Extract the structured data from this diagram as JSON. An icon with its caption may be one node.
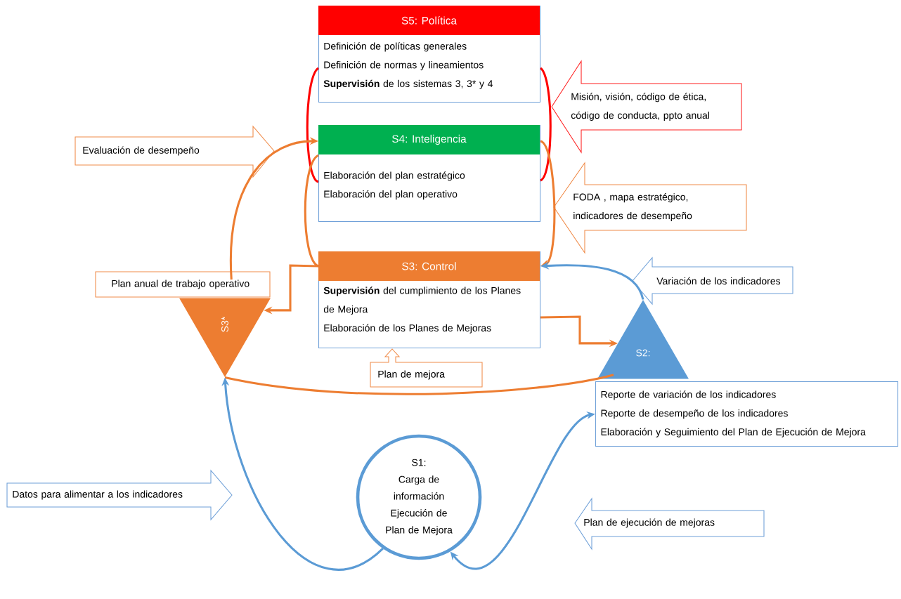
{
  "diagram": {
    "nodes": [
      {
        "text": [
          "S5: Política",
          "Definición de políticas generales",
          "Definición de normas y lineamientos",
          "**Supervisión** de los sistemas 3, 3* y 4"
        ]
      },
      {
        "text": [
          "S4: Inteligencia",
          "Elaboración del plan estratégico",
          "Elaboración del plan operativo"
        ]
      },
      {
        "text": [
          "S3: Control",
          "**Supervisión** del cumplimiento de los Planes de Mejora",
          "Elaboración de los Planes de Mejoras"
        ]
      },
      {
        "text": [
          "S3*"
        ]
      },
      {
        "text": [
          "S2:"
        ]
      },
      {
        "text": [
          "Reporte de variación de los indicadores",
          "Reporte de desempeño de los indicadores",
          "Elaboración y Seguimiento del Plan de Ejecución de Mejora"
        ]
      },
      {
        "text": [
          "S1:",
          "Carga de información",
          "Ejecución de Plan de Mejora"
        ]
      },
      {
        "text": [
          "Evaluación de desempeño"
        ]
      },
      {
        "text": [
          "Misión, visión, código de ética, código de conducta, ppto anual"
        ]
      },
      {
        "text": [
          "FODA , mapa estratégico, indicadores de desempeño"
        ]
      },
      {
        "text": [
          "Plan anual de trabajo operativo"
        ]
      },
      {
        "text": [
          "Variación de los indicadores"
        ]
      },
      {
        "text": [
          "Plan de mejora"
        ]
      },
      {
        "text": [
          "Datos para alimentar a los indicadores"
        ]
      },
      {
        "text": [
          "Plan de ejecución de mejoras"
        ]
      }
    ],
    "edges": [
      {
        "from": 0,
        "to": 1,
        "arrow": "none",
        "color": "#ff0000"
      },
      {
        "from": 0,
        "to": 1,
        "arrow": "none",
        "color": "#ff0000"
      },
      {
        "from": 1,
        "to": 2,
        "arrow": "to"
      },
      {
        "from": 2,
        "to": 1,
        "arrow": "none"
      },
      {
        "from": 10,
        "to": 1,
        "arrow": "to"
      },
      {
        "from": 2,
        "to": 3,
        "arrow": "to"
      },
      {
        "from": 2,
        "to": 4,
        "arrow": "to"
      },
      {
        "from": 4,
        "to": 2,
        "arrow": "to",
        "color": "#5b9bd5"
      },
      {
        "from": 3,
        "to": 4,
        "arrow": "none"
      },
      {
        "from": 6,
        "to": 3,
        "arrow": "to",
        "color": "#5b9bd5"
      },
      {
        "from": 6,
        "to": 5,
        "arrow": "both",
        "color": "#5b9bd5"
      }
    ]
  }
}
